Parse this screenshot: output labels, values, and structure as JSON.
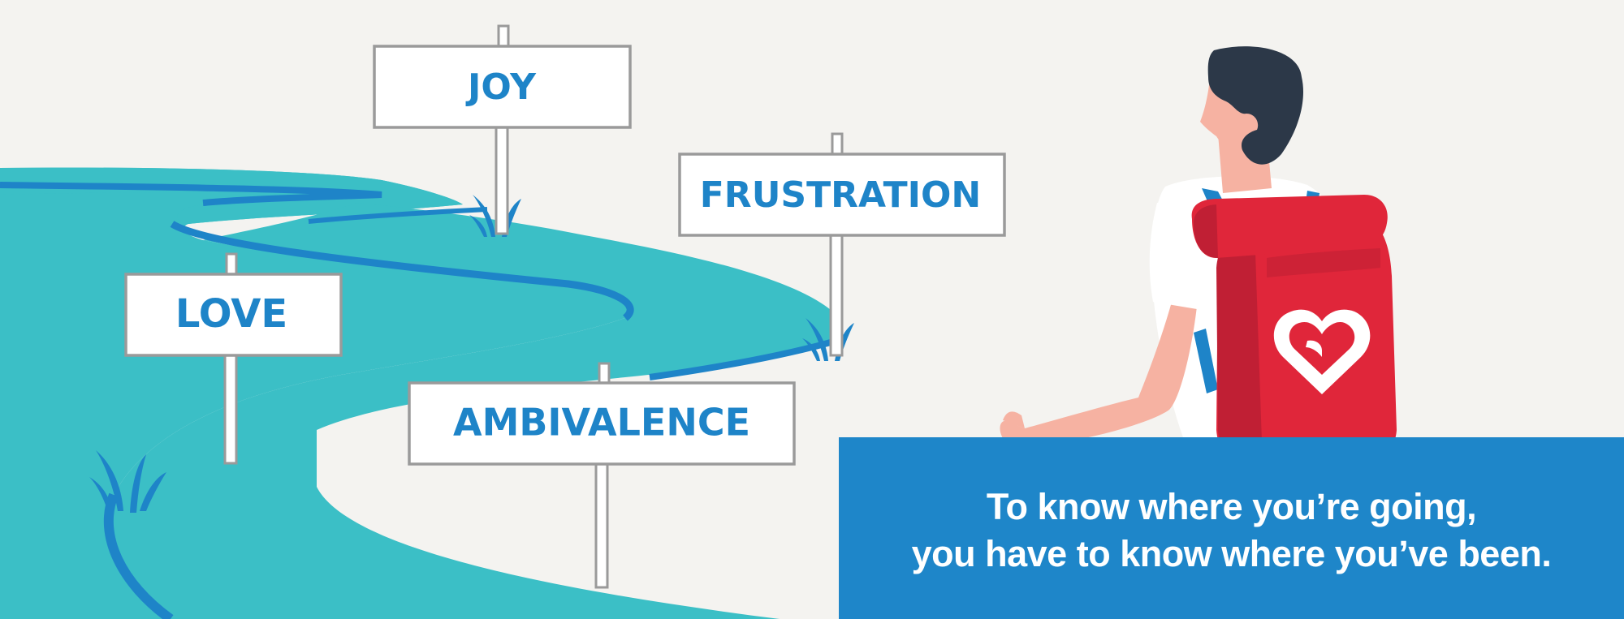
{
  "signs": {
    "joy": "JOY",
    "frustration": "FRUSTRATION",
    "love": "LOVE",
    "ambivalence": "AMBIVALENCE"
  },
  "quote": {
    "line1": "To know where you’re going,",
    "line2": "you have to know where you’ve been."
  },
  "colors": {
    "background": "#f4f3f0",
    "river": "#3bbfc6",
    "river_edge": "#1e84c8",
    "banner": "#1e86c9",
    "sign_text": "#1e84c8",
    "backpack": "#e0263a",
    "hair": "#2c3848",
    "skin": "#f6b2a2"
  }
}
